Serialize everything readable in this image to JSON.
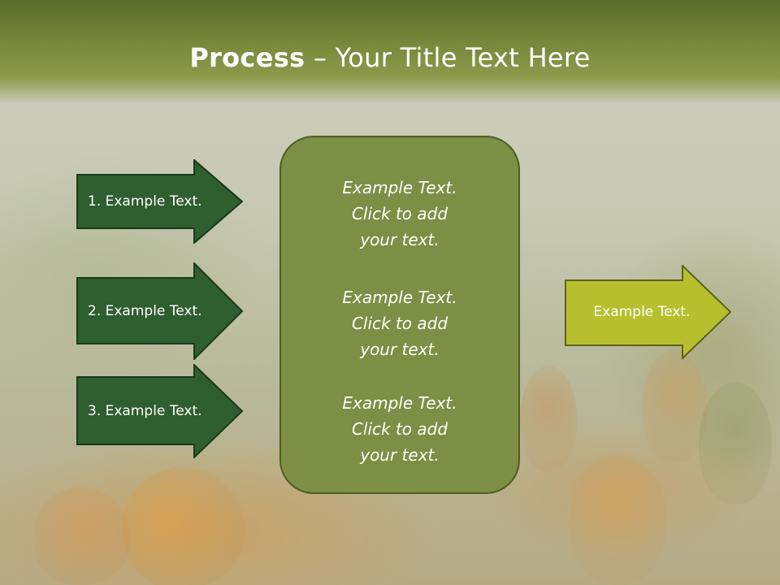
{
  "slide": {
    "title_bold": "Process",
    "title_rest": " – Your Title Text Here"
  },
  "left_arrows": [
    {
      "label": "1. Example Text."
    },
    {
      "label": "2. Example Text."
    },
    {
      "label": "3. Example Text."
    }
  ],
  "center_box": {
    "blocks": [
      {
        "text": "Example Text.\nClick  to add\nyour text."
      },
      {
        "text": "Example Text.\nClick  to add\nyour text."
      },
      {
        "text": "Example Text.\nClick  to add\nyour text."
      }
    ]
  },
  "right_arrow": {
    "label": "Example Text."
  },
  "colors": {
    "title_band": "#7a8a3c",
    "dark_arrow_fill": "#2f5e2f",
    "center_box_fill": "#7c8f44",
    "right_arrow_fill": "#b7bf2f",
    "text": "#ffffff"
  }
}
